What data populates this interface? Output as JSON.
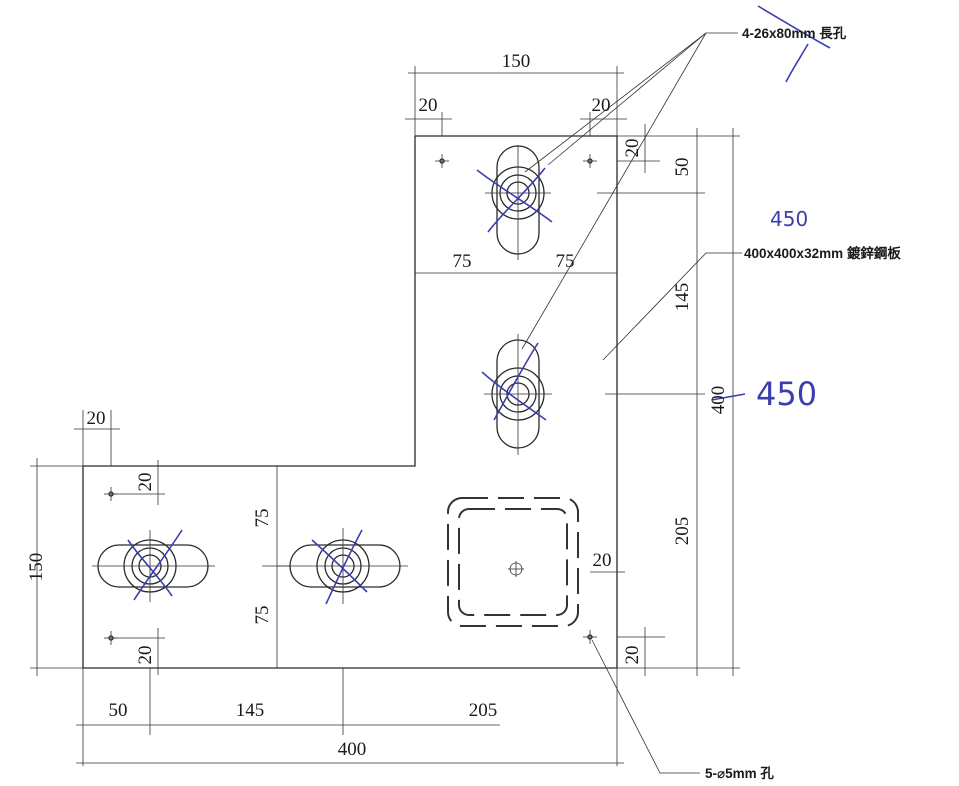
{
  "drawing": {
    "callouts": {
      "slot_holes": "4-26x80mm 長孔",
      "plate": "400x400x32mm 鍍鋅鋼板",
      "round_holes": "5-⌀5mm 孔"
    },
    "dimensions": {
      "top_width": "150",
      "top_left_20": "20",
      "top_right_20": "20",
      "right_20": "20",
      "right_50": "50",
      "mid_75_left": "75",
      "mid_75_right": "75",
      "right_145": "145",
      "overall_400_v": "400",
      "right_205": "205",
      "left_20": "20",
      "left_150": "150",
      "inner_20_top": "20",
      "inner_75_top": "75",
      "inner_75_bottom": "75",
      "inner_20_bottom": "20",
      "box_20": "20",
      "corner_20": "20",
      "bottom_50": "50",
      "bottom_145": "145",
      "bottom_205": "205",
      "overall_400_h": "400"
    },
    "handwritten": {
      "correction_small": "450",
      "correction_large": "450"
    }
  }
}
